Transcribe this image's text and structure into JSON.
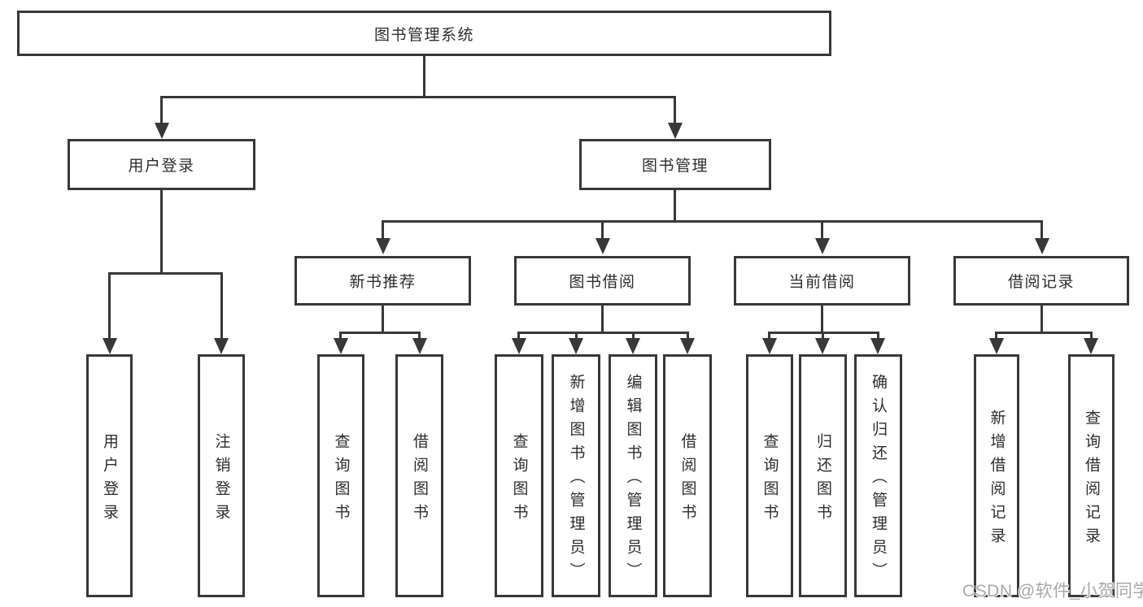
{
  "tree": {
    "label": "图书管理系统",
    "children": [
      {
        "label": "用户登录",
        "children": [
          {
            "label": "用户登录"
          },
          {
            "label": "注销登录"
          }
        ]
      },
      {
        "label": "图书管理",
        "children": [
          {
            "label": "新书推荐",
            "children": [
              {
                "label": "查询图书"
              },
              {
                "label": "借阅图书"
              }
            ]
          },
          {
            "label": "图书借阅",
            "children": [
              {
                "label": "查询图书"
              },
              {
                "label": "新增图书（管理员）"
              },
              {
                "label": "编辑图书（管理员）"
              },
              {
                "label": "借阅图书"
              }
            ]
          },
          {
            "label": "当前借阅",
            "children": [
              {
                "label": "查询图书"
              },
              {
                "label": "归还图书"
              },
              {
                "label": "确认归还（管理员）"
              }
            ]
          },
          {
            "label": "借阅记录",
            "children": [
              {
                "label": "新增借阅记录"
              },
              {
                "label": "查询借阅记录"
              }
            ]
          }
        ]
      }
    ]
  },
  "watermark": "CSDN @软件_小贺同学",
  "colors": {
    "line": "#383838",
    "text": "#2d2d2d",
    "watermark": "#a8a8a8",
    "background": "#ffffff"
  }
}
